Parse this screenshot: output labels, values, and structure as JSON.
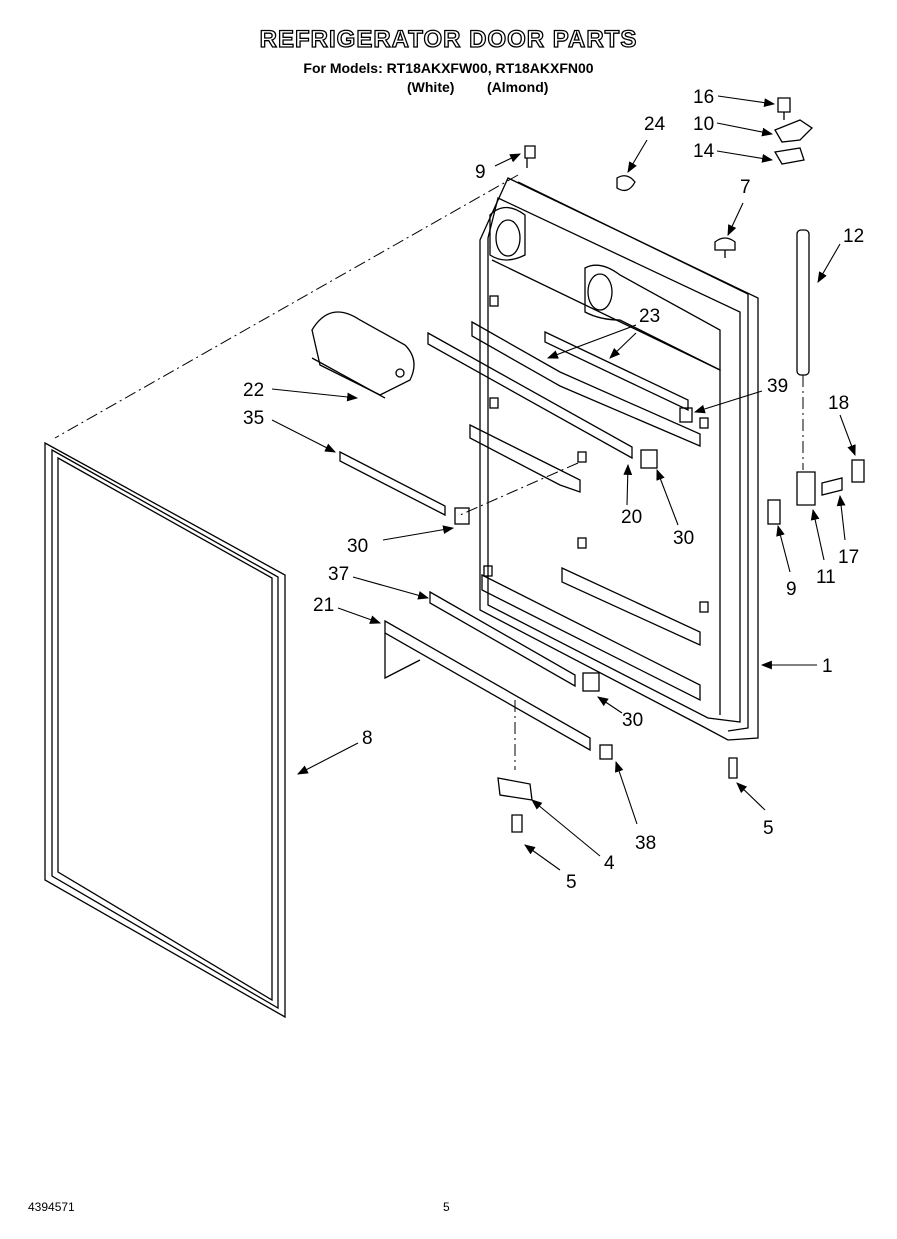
{
  "header": {
    "title": "REFRIGERATOR DOOR PARTS",
    "models_line": "For Models: RT18AKXFW00, RT18AKXFN00",
    "color_white": "(White)",
    "color_almond": "(Almond)"
  },
  "callouts": {
    "c16": "16",
    "c10": "10",
    "c14": "14",
    "c24": "24",
    "c9_top": "9",
    "c7": "7",
    "c12": "12",
    "c23": "23",
    "c22": "22",
    "c39": "39",
    "c35": "35",
    "c18": "18",
    "c20": "20",
    "c30_a": "30",
    "c30_b": "30",
    "c9_right": "9",
    "c11": "11",
    "c17": "17",
    "c37": "37",
    "c21": "21",
    "c1": "1",
    "c30_c": "30",
    "c8": "8",
    "c5_right": "5",
    "c38": "38",
    "c4": "4",
    "c5_bottom": "5"
  },
  "footer": {
    "doc_number": "4394571",
    "page_number": "5"
  }
}
